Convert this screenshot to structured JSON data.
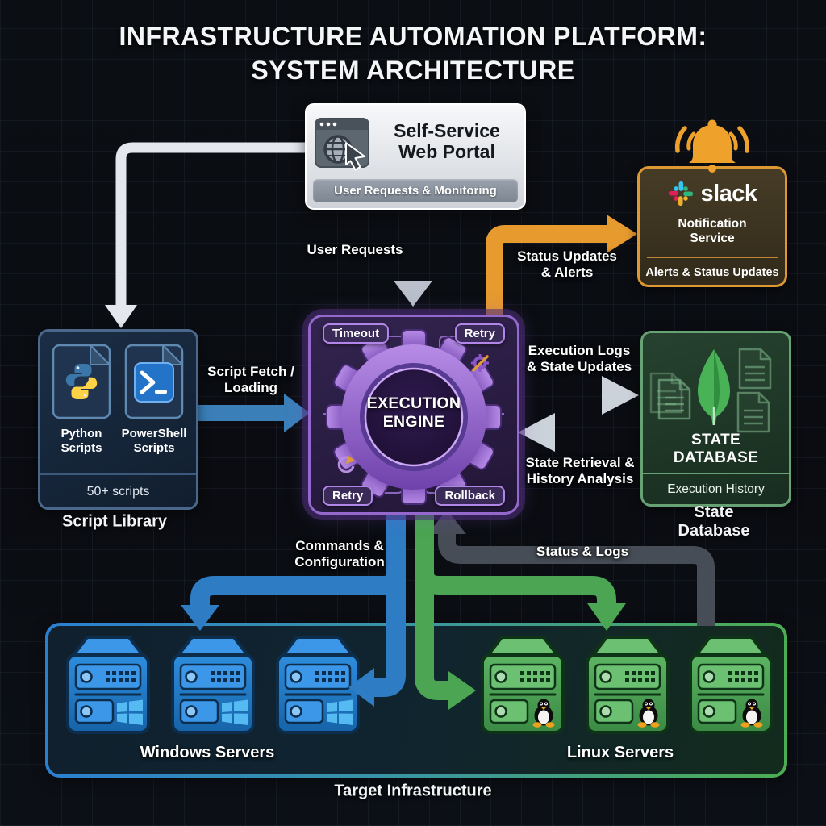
{
  "title": {
    "line1": "INFRASTRUCTURE AUTOMATION PLATFORM:",
    "line2": "SYSTEM ARCHITECTURE"
  },
  "portal": {
    "title": "Self-Service\nWeb Portal",
    "footer": "User Requests & Monitoring"
  },
  "slack": {
    "brand": "slack",
    "service": "Notification\nService",
    "footer": "Alerts & Status Updates"
  },
  "script_library": {
    "python_label": "Python\nScripts",
    "powershell_label": "PowerShell\nScripts",
    "footer": "50+ scripts",
    "caption": "Script Library"
  },
  "engine": {
    "tab_top_left": "Timeout",
    "tab_top_right": "Retry",
    "tab_bottom_left": "Retry",
    "tab_bottom_right": "Rollback",
    "core": "EXECUTION\nENGINE"
  },
  "state_db": {
    "core": "STATE\nDATABASE",
    "footer": "Execution History",
    "caption": "State Database"
  },
  "flows": {
    "user_requests": "User Requests",
    "status_updates": "Status Updates\n& Alerts",
    "script_fetch": "Script Fetch /\nLoading",
    "execution_logs": "Execution Logs\n& State Updates",
    "state_retrieval": "State Retrieval &\nHistory Analysis",
    "commands": "Commands &\nConfiguration",
    "status_logs": "Status & Logs"
  },
  "infrastructure": {
    "windows": "Windows Servers",
    "linux": "Linux Servers",
    "caption": "Target Infrastructure"
  },
  "colors": {
    "background": "#0b0e13",
    "arrow_silver": "#dde2e9",
    "arrow_orange": "#e79a2e",
    "arrow_blue": "#3b7fb9",
    "arrow_green": "#4ba552",
    "arrow_gray": "#454b55",
    "portal_gray": "#d6d9de",
    "slack_orange": "#dd9733",
    "engine_purple": "#9b6fd4",
    "db_green": "#66a273",
    "windows_blue": "#2b86d9",
    "linux_green": "#58b060"
  }
}
